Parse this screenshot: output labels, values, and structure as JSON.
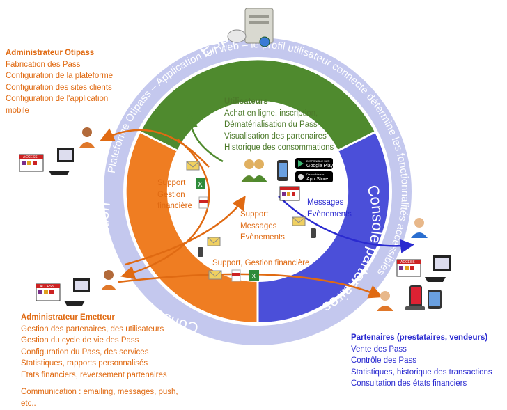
{
  "ring": {
    "outer_text": "Plateforme Otipass – Application full web – le profil utilisateur connecté détermine les fonctionnalités accessibles",
    "segments": {
      "top": "Espace utilisateurs",
      "right": "Console partenaires",
      "left": "Console d'administration"
    }
  },
  "admin_otipass": {
    "title": "Administrateur Otipass",
    "items": [
      "Fabrication des Pass",
      "Configuration de la plateforme",
      "Configuration des sites clients",
      "Configuration de l'application",
      "mobile"
    ]
  },
  "admin_emetteur": {
    "title": "Administrateur Emetteur",
    "items": [
      "Gestion des partenaires, des utilisateurs",
      "Gestion du cycle de vie des Pass",
      "Configuration du Pass, des services",
      "Statistiques, rapports personnalisés",
      "Etats financiers, reversement partenaires"
    ],
    "communication": [
      "Communication : emailing, messages, push,",
      "etc.."
    ]
  },
  "partenaires": {
    "title": "Partenaires (prestataires, vendeurs)",
    "items": [
      "Vente des Pass",
      "Contrôle des Pass",
      "Statistiques, historique des transactions",
      "Consultation des états financiers"
    ]
  },
  "utilisateurs": {
    "title": "Utilisateurs",
    "items": [
      "Achat en ligne, inscription,",
      "Dématérialisation du Pass",
      "Visualisation des partenaires",
      "Historique des consommations"
    ]
  },
  "flows": {
    "support_gestion": [
      "Support",
      "Gestion",
      "financière"
    ],
    "support_messages": [
      "Support",
      "Messages",
      "Evènements"
    ],
    "messages_partenaires": [
      "Messages",
      "Evènements"
    ],
    "support_bottom": "Support, Gestion financière"
  },
  "badges": {
    "google_play_small": "DISPONIBLE SUR",
    "google_play": "Google Play",
    "app_store_small": "Disponible sur",
    "app_store": "App Store",
    "pass_tag": "ACCESS"
  },
  "colors": {
    "orange": "#ef7d22",
    "green": "#4f8a2e",
    "blue": "#4b4fd9",
    "ring": "#c4c8ee",
    "ring_text": "#ffffff",
    "text_orange": "#e06a12",
    "text_blue": "#2a2ad0",
    "text_green": "#4c7a2a"
  }
}
